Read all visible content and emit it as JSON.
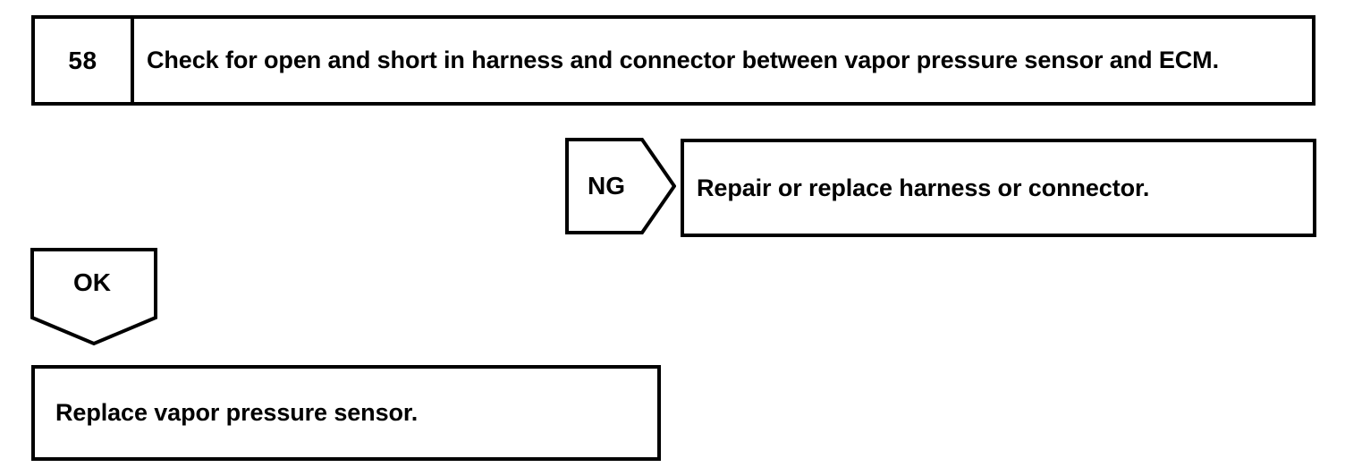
{
  "diagram": {
    "type": "troubleshooting-flowchart",
    "step": {
      "number": "58",
      "instruction": "Check for open and short in harness and connector between vapor pressure sensor and ECM."
    },
    "branches": [
      {
        "label": "NG",
        "shape": "pentagon-right",
        "result": "Repair or replace harness or connector."
      },
      {
        "label": "OK",
        "shape": "pentagon-down",
        "result": "Replace vapor pressure sensor."
      }
    ],
    "colors": {
      "line": "#000000",
      "background": "#ffffff",
      "text": "#000000"
    }
  }
}
